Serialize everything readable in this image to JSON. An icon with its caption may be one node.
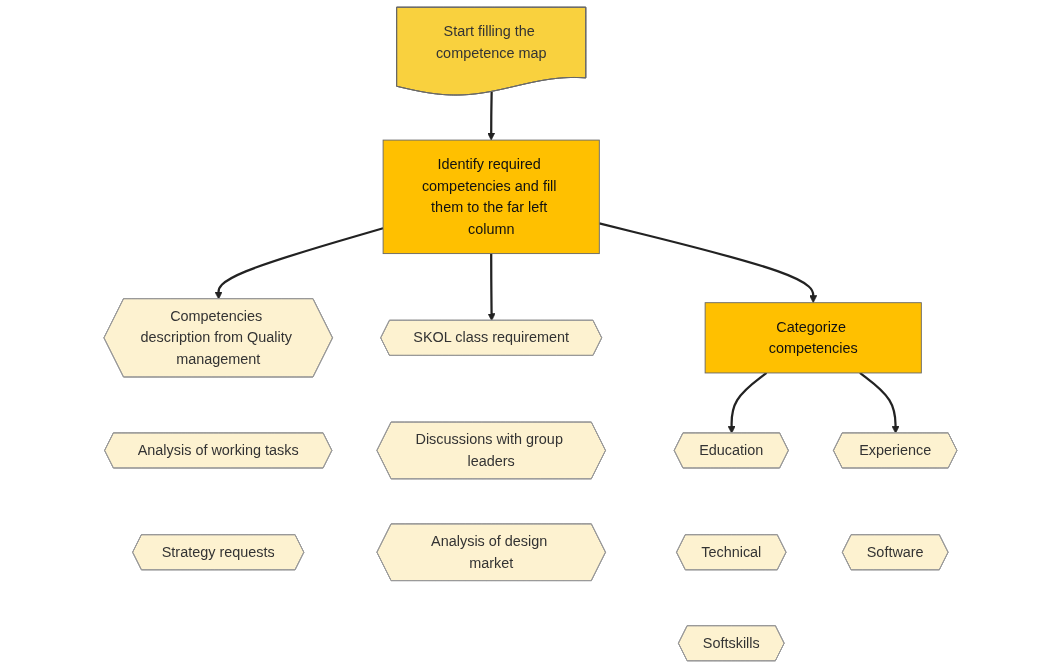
{
  "diagram": {
    "nodes": [
      {
        "text": [
          "Start filling the competence map"
        ]
      },
      {
        "text": [
          "Identify required competencies and fill them to the far left column"
        ]
      },
      {
        "text": [
          "Categorize competencies"
        ]
      },
      {
        "text": [
          "Competencies description from Quality management"
        ]
      },
      {
        "text": [
          "SKOL class requirement"
        ]
      },
      {
        "text": [
          "Analysis of working tasks"
        ]
      },
      {
        "text": [
          "Discussions with group leaders"
        ]
      },
      {
        "text": [
          "Strategy requests"
        ]
      },
      {
        "text": [
          "Analysis of design market"
        ]
      },
      {
        "text": [
          "Education"
        ]
      },
      {
        "text": [
          "Experience"
        ]
      },
      {
        "text": [
          "Technical"
        ]
      },
      {
        "text": [
          "Software"
        ]
      },
      {
        "text": [
          "Softskills"
        ]
      }
    ],
    "edges": [
      {
        "from": 0,
        "to": 1,
        "arrow": "to"
      },
      {
        "from": 1,
        "to": 2,
        "arrow": "to"
      },
      {
        "from": 1,
        "to": 3,
        "arrow": "to"
      },
      {
        "from": 1,
        "to": 4,
        "arrow": "to"
      },
      {
        "from": 2,
        "to": 9,
        "arrow": "to"
      },
      {
        "from": 2,
        "to": 10,
        "arrow": "to"
      }
    ]
  }
}
